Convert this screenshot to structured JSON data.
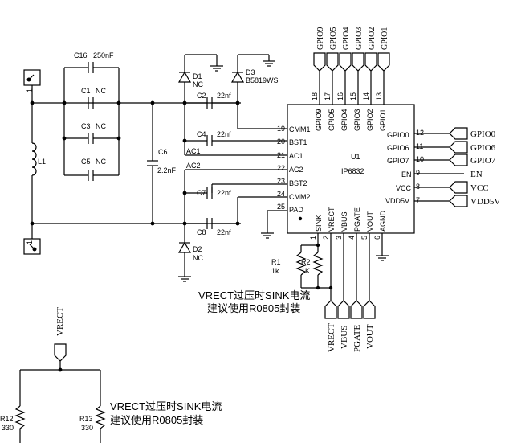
{
  "components": {
    "c16": {
      "ref": "C16",
      "value": "250nF"
    },
    "c1": {
      "ref": "C1",
      "value": "NC"
    },
    "c3": {
      "ref": "C3",
      "value": "NC"
    },
    "c5": {
      "ref": "C5",
      "value": "NC"
    },
    "c6": {
      "ref": "C6",
      "value": "2.2nF"
    },
    "l1": {
      "ref": "L1"
    },
    "d1": {
      "ref": "D1",
      "value": "NC"
    },
    "d2": {
      "ref": "D2",
      "value": "NC"
    },
    "d3": {
      "ref": "D3",
      "value": "B5819WS"
    },
    "c2": {
      "ref": "C2",
      "value": "22nf"
    },
    "c4": {
      "ref": "C4",
      "value": "22nf"
    },
    "c7": {
      "ref": "C7",
      "value": "22nf"
    },
    "c8": {
      "ref": "C8",
      "value": "22nf"
    },
    "r1": {
      "ref": "R1",
      "value": "1k"
    },
    "r2": {
      "ref": "R2",
      "value": "1K"
    },
    "r12": {
      "ref": "R12",
      "value": "330"
    },
    "r13": {
      "ref": "R13",
      "value": "330"
    },
    "j1": {
      "ref": "1"
    },
    "j2": {
      "ref": "1"
    }
  },
  "nets": {
    "ac1": "AC1",
    "ac2": "AC2"
  },
  "u1": {
    "ref": "U1",
    "part": "IP6832",
    "top_pins": [
      {
        "num": "18",
        "name": "GPIO9",
        "net": "GPIO9"
      },
      {
        "num": "17",
        "name": "GPIO5",
        "net": "GPIO5"
      },
      {
        "num": "16",
        "name": "GPIO4",
        "net": "GPIO4"
      },
      {
        "num": "15",
        "name": "GPIO3",
        "net": "GPIO3"
      },
      {
        "num": "14",
        "name": "GPIO2",
        "net": "GPIO2"
      },
      {
        "num": "13",
        "name": "GPIO1",
        "net": "GPIO1"
      }
    ],
    "left_pins": [
      {
        "num": "19",
        "name": "CMM1"
      },
      {
        "num": "20",
        "name": "BST1"
      },
      {
        "num": "21",
        "name": "AC1"
      },
      {
        "num": "22",
        "name": "AC2"
      },
      {
        "num": "23",
        "name": "BST2"
      },
      {
        "num": "24",
        "name": "CMM2"
      },
      {
        "num": "25",
        "name": "PAD"
      }
    ],
    "right_pins": [
      {
        "num": "12",
        "name": "GPIO0",
        "net": "GPIO0"
      },
      {
        "num": "11",
        "name": "GPIO6",
        "net": "GPIO6"
      },
      {
        "num": "10",
        "name": "GPIO7",
        "net": "GPIO7"
      },
      {
        "num": "9",
        "name": "EN",
        "net": "EN"
      },
      {
        "num": "8",
        "name": "VCC",
        "net": "VCC"
      },
      {
        "num": "7",
        "name": "VDD5V",
        "net": "VDD5V"
      }
    ],
    "bottom_pins": [
      {
        "num": "1",
        "name": "SINK"
      },
      {
        "num": "2",
        "name": "VRECT",
        "net": "VRECT"
      },
      {
        "num": "3",
        "name": "VBUS",
        "net": "VBUS"
      },
      {
        "num": "4",
        "name": "PGATE",
        "net": "PGATE"
      },
      {
        "num": "5",
        "name": "VOUT",
        "net": "VOUT"
      },
      {
        "num": "6",
        "name": "AGND"
      }
    ]
  },
  "bottom_left": {
    "net": "VRECT"
  },
  "notes": {
    "note1_line1": "VRECT过压时SINK电流",
    "note1_line2": "建议使用R0805封装",
    "note2_line1": "VRECT过压时SINK电流",
    "note2_line2": "建议使用R0805封装"
  }
}
